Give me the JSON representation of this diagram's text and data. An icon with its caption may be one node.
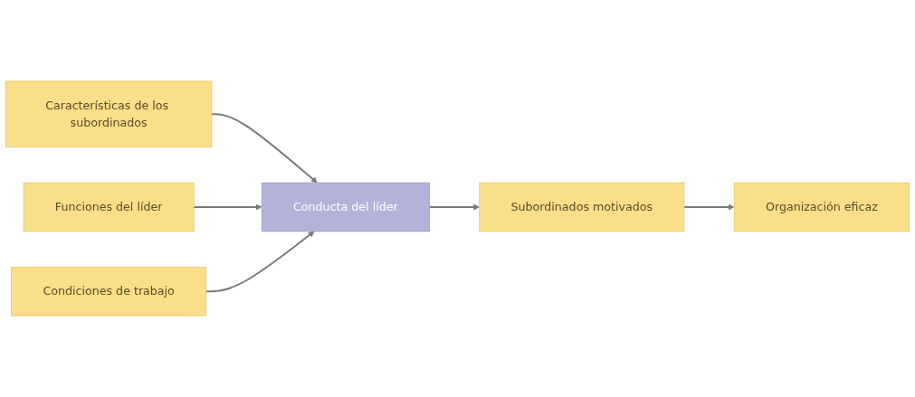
{
  "diagram": {
    "nodes": [
      {
        "text": [
          "Características de los subordinados"
        ]
      },
      {
        "text": [
          "Funciones del líder"
        ]
      },
      {
        "text": [
          "Conducta del líder"
        ]
      },
      {
        "text": [
          "Subordinados motivados"
        ]
      },
      {
        "text": [
          "Organización eficaz"
        ]
      },
      {
        "text": [
          "Condiciones de trabajo"
        ]
      }
    ],
    "edges": [
      {
        "from": 0,
        "to": 2,
        "arrow": "to"
      },
      {
        "from": 1,
        "to": 2,
        "arrow": "to"
      },
      {
        "from": 5,
        "to": 2,
        "arrow": "to"
      },
      {
        "from": 2,
        "to": 3,
        "arrow": "to"
      },
      {
        "from": 3,
        "to": 4,
        "arrow": "to"
      }
    ]
  }
}
